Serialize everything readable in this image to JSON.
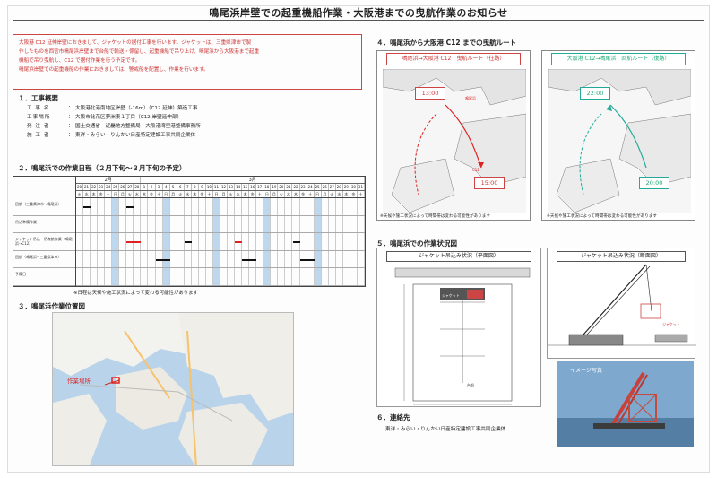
{
  "title": "鳴尾浜岸壁での起重機船作業・大阪港までの曳航作業のお知らせ",
  "intro": {
    "line1": "大阪港 C12 延伸岸壁におきまして、ジャケットの据付工事を行います。ジャケットは、三重県津市で製",
    "line2": "作したものを西宮市鳴尾浜岸壁まで台船で輸送・係留し、起重機船で吊り上げ、鳴尾浜から大阪港まで起重",
    "line3": "機船で吊り曳航し、C12 で据付作業を行う予定です。",
    "line4": "鳴尾浜岸壁での起重機船の作業におきましては、警戒船を配置し、作業を行います。"
  },
  "section1": {
    "heading": "１．工事概要",
    "rows": [
      {
        "key": "工 事 名",
        "value": "大阪港北港南地区岸壁（-16m）（C12 延伸）築造工事"
      },
      {
        "key": "工事場所",
        "value": "大阪市此花区夢洲東１丁目（C12 岸壁延伸部）"
      },
      {
        "key": "発 注 者",
        "value": "国土交通省　近畿地方整備局　大阪港湾空港整備事務所"
      },
      {
        "key": "施 工 者",
        "value": "東洋・みらい・りんかい日産特定建設工事共同企業体"
      }
    ]
  },
  "section2": {
    "heading": "２．鳴尾浜での作業日程（２月下旬～３月下旬の予定）",
    "months": [
      {
        "label": "2月",
        "start": 0,
        "span": 9
      },
      {
        "label": "3月",
        "start": 9,
        "span": 31
      }
    ],
    "days": [
      "20",
      "21",
      "22",
      "23",
      "24",
      "25",
      "26",
      "27",
      "28",
      "1",
      "2",
      "3",
      "4",
      "5",
      "6",
      "7",
      "8",
      "9",
      "10",
      "11",
      "12",
      "13",
      "14",
      "15",
      "16",
      "17",
      "18",
      "19",
      "20",
      "21",
      "22",
      "23",
      "24",
      "25",
      "26",
      "27",
      "28",
      "29",
      "30",
      "31"
    ],
    "weekdays": [
      "火",
      "水",
      "木",
      "金",
      "土",
      "日",
      "月",
      "火",
      "水",
      "木",
      "金",
      "土",
      "日",
      "月",
      "火",
      "水",
      "木",
      "金",
      "土",
      "日",
      "月",
      "火",
      "水",
      "木",
      "金",
      "土",
      "日",
      "月",
      "火",
      "水",
      "木",
      "金",
      "土",
      "日",
      "月",
      "火",
      "水",
      "木",
      "金",
      "土"
    ],
    "tasks": [
      {
        "label": "回航（三重県津市→鳴尾浜）",
        "bars": [
          {
            "from": 1,
            "to": 2,
            "color": "black"
          },
          {
            "from": 7,
            "to": 8,
            "color": "black"
          }
        ]
      },
      {
        "label": "吊込準備作業",
        "bars": []
      },
      {
        "label": "ジャケット吊込・吊曳航作業（鳴尾浜→C12）",
        "bars": [
          {
            "from": 7,
            "to": 9,
            "color": "red"
          },
          {
            "from": 15,
            "to": 16,
            "color": "black"
          },
          {
            "from": 22,
            "to": 23,
            "color": "red"
          },
          {
            "from": 30,
            "to": 31,
            "color": "black"
          }
        ]
      },
      {
        "label": "回航（鳴尾浜→三重県津市）",
        "bars": [
          {
            "from": 11,
            "to": 13,
            "color": "black"
          },
          {
            "from": 23,
            "to": 25,
            "color": "black"
          },
          {
            "from": 31,
            "to": 33,
            "color": "black"
          }
        ]
      },
      {
        "label": "予備日",
        "bars": []
      }
    ],
    "shaded": [
      5,
      12,
      19,
      26,
      33
    ],
    "note": "※日程は天候や施工状況によって変わる可能性があります"
  },
  "section3": {
    "heading": "３．鳴尾浜作業位置図",
    "work_label": "作業場所"
  },
  "section4": {
    "heading": "４．鳴尾浜から大阪港 C12 までの曳航ルート",
    "route_out": "鳴尾浜→大阪港 C12　曳航ルート（往路）",
    "route_back": "大阪港 C12→鳴尾浜　回航ルート（復路）",
    "times_out": [
      "13:00",
      "15:00"
    ],
    "times_back": [
      "22:00",
      "20:00"
    ],
    "note": "※天候や施工状況によって時間帯は変わる可能性があります",
    "label_c12": "C12",
    "label_naruo": "鳴尾浜"
  },
  "section5": {
    "heading": "５．鳴尾浜での作業状況図",
    "plan_title": "ジャケット吊込み状況（平面図）",
    "elev_title": "ジャケット吊込み状況（断面図）",
    "photo_label": "イメージ写真",
    "plan_label_jacket": "ジャケット",
    "plan_label_barge": "台船",
    "elev_label_jacket": "ジャケット"
  },
  "section6": {
    "heading": "６．連絡先",
    "contact": "東洋・みらい・りんかい日産特定建設工事共同企業体"
  },
  "colors": {
    "intro_red": "#cc3333",
    "route_green": "#22aa77",
    "shade_blue": "#bcd7ee",
    "sea_blue": "#b8d3ea"
  }
}
